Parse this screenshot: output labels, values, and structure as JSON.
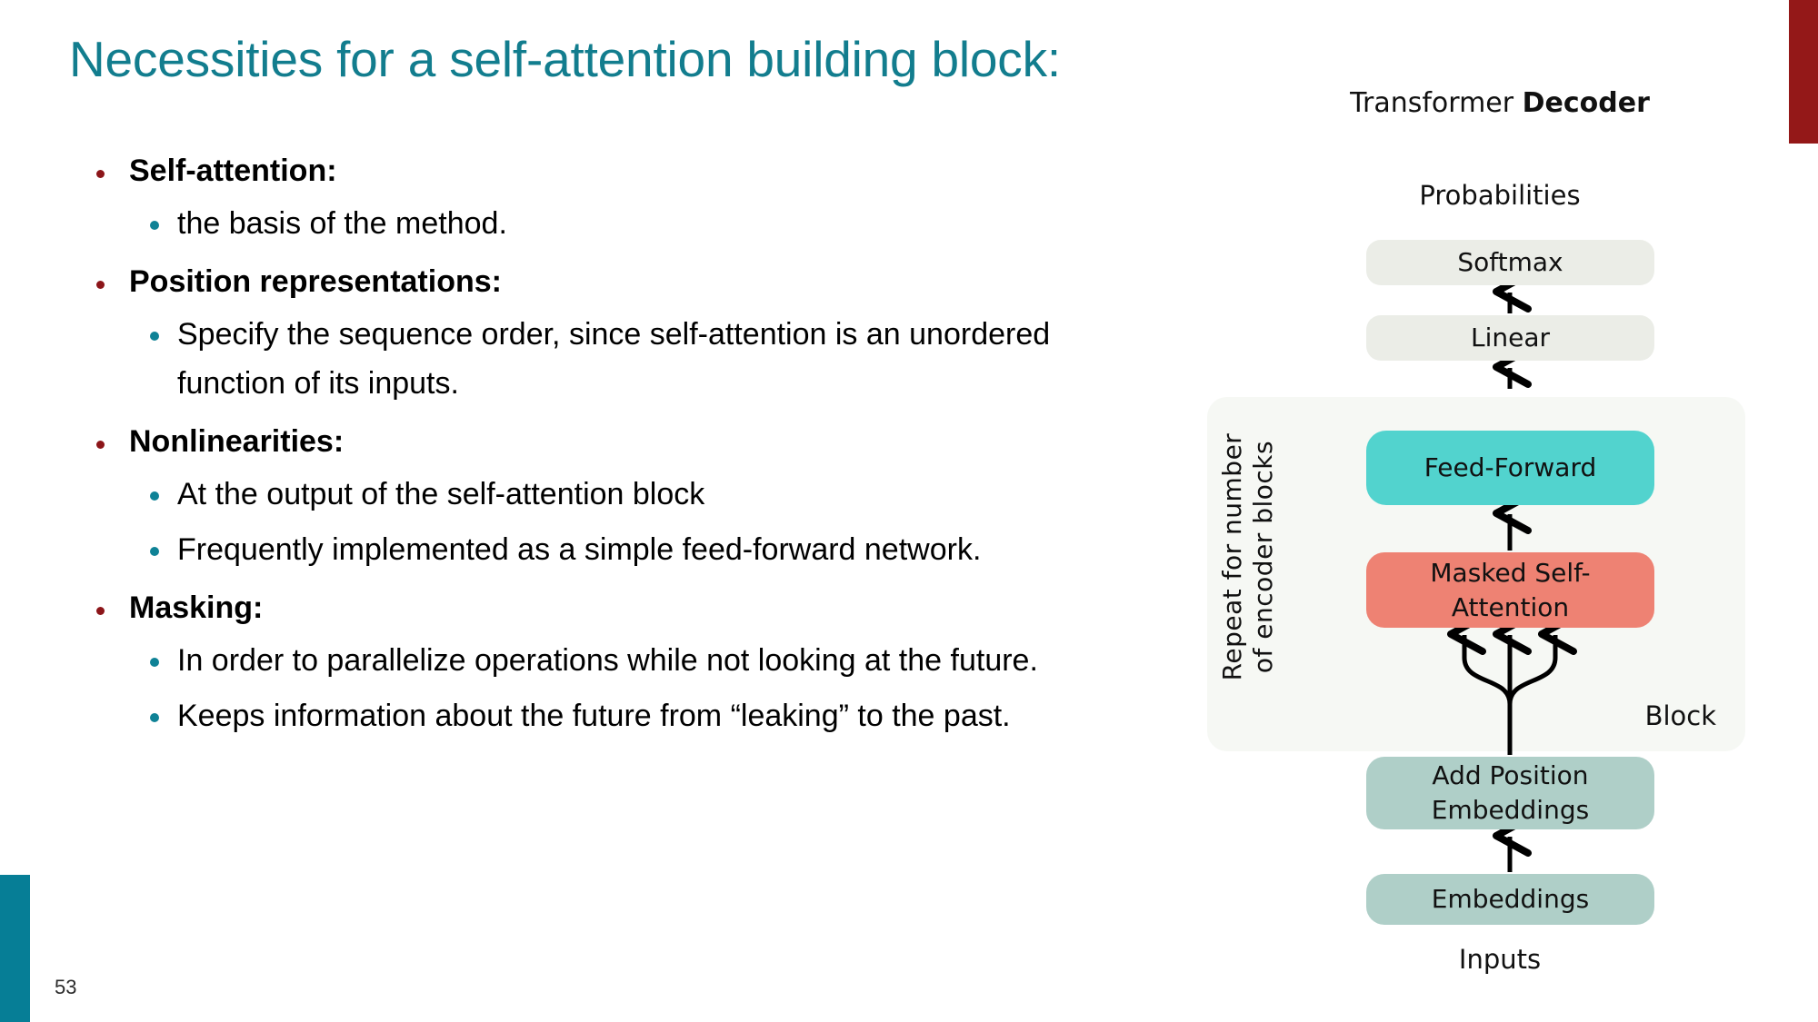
{
  "slide": {
    "title": "Necessities for a self-attention building block:",
    "page_number": "53",
    "title_color": "#127D8E",
    "accent_red": "#941818",
    "accent_teal": "#067E96"
  },
  "bullets": [
    {
      "level": 1,
      "text": "Self-attention:",
      "bold_part": "Self-attention",
      "tail": ":"
    },
    {
      "level": 2,
      "text": "the basis of the method."
    },
    {
      "level": 1,
      "text": "Position representations:",
      "bold_part": "Position representations",
      "tail": ":"
    },
    {
      "level": 2,
      "text": "Specify the sequence order, since self-attention is an unordered function of its inputs."
    },
    {
      "level": 1,
      "text": "Nonlinearities:",
      "bold_part": "Nonlinearities",
      "tail": ":"
    },
    {
      "level": 2,
      "text": "At the output of the self-attention block"
    },
    {
      "level": 2,
      "text": "Frequently implemented as a simple feed-forward network."
    },
    {
      "level": 1,
      "text": "Masking:",
      "bold_part": "Masking",
      "tail": ":"
    },
    {
      "level": 2,
      "text": "In order to parallelize operations while not looking at the future."
    },
    {
      "level": 2,
      "text": "Keeps information about the future from “leaking” to the past."
    }
  ],
  "bullet_colors": {
    "level1": "#8C1519",
    "level2": "#0F8296"
  },
  "diagram": {
    "title_prefix": "Transformer ",
    "title_bold": "Decoder",
    "top_label": "Probabilities",
    "bottom_label": "Inputs",
    "block_label": "Block",
    "repeat_label_line1": "Repeat  for number",
    "repeat_label_line2": "of encoder blocks",
    "nodes": [
      {
        "id": "softmax",
        "label": "Softmax",
        "color": "#EBEDE7"
      },
      {
        "id": "linear",
        "label": "Linear",
        "color": "#EBEDE7"
      },
      {
        "id": "feed-forward",
        "label": "Feed-Forward",
        "color": "#52D3CE"
      },
      {
        "id": "masked-self-attention",
        "label_line1": "Masked Self-",
        "label_line2": "Attention",
        "color": "#EE8273"
      },
      {
        "id": "add-position-embeddings",
        "label_line1": "Add Position",
        "label_line2": "Embeddings",
        "color": "#AFCFC8"
      },
      {
        "id": "embeddings",
        "label": "Embeddings",
        "color": "#AFCFC8"
      }
    ],
    "block_background": "#F6F8F4"
  }
}
